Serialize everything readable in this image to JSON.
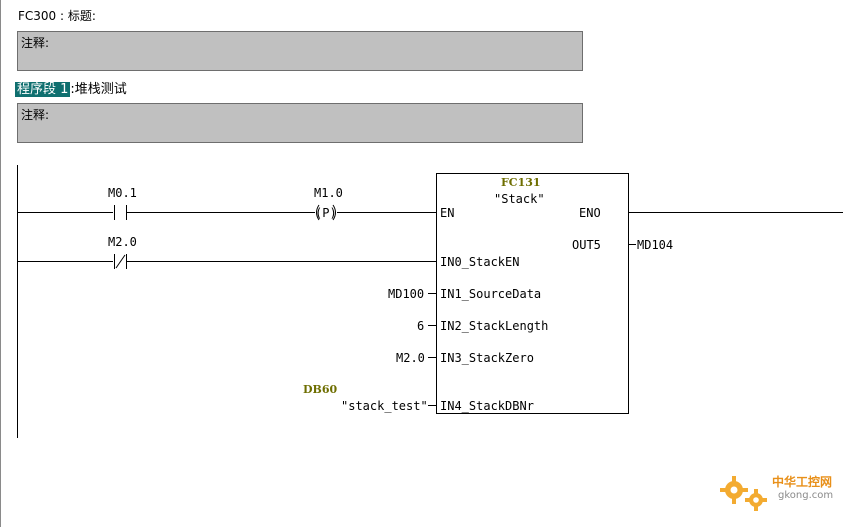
{
  "block": {
    "title": "FC300 : 标题:"
  },
  "block_comment": {
    "label": "注释:"
  },
  "network": {
    "tag": "程序段 1",
    "title": ":堆栈测试"
  },
  "network_comment": {
    "label": "注释:"
  },
  "ladder": {
    "contact1_addr": "M0.1",
    "pcoil_addr": "M1.0",
    "pcoil_symbol": "(P)",
    "contact2_addr": "M2.0",
    "fb_number": "FC131",
    "fb_name": "\"Stack\"",
    "en": "EN",
    "eno": "ENO",
    "out5": "OUT5",
    "out5_value": "MD104",
    "in0": "IN0_StackEN",
    "in1": "IN1_SourceData",
    "in1_value": "MD100",
    "in2": "IN2_StackLength",
    "in2_value": "6",
    "in3": "IN3_StackZero",
    "in3_value": "M2.0",
    "in4": "IN4_StackDBNr",
    "in4_db": "DB60",
    "in4_value": "\"stack_test\""
  },
  "watermark": {
    "text": "中华工控网",
    "url": "gkong.com"
  },
  "colors": {
    "network_tag_bg": "#0f6f6f",
    "comment_bg": "#c0c0c0",
    "symbol_olive": "#6e6e00"
  }
}
